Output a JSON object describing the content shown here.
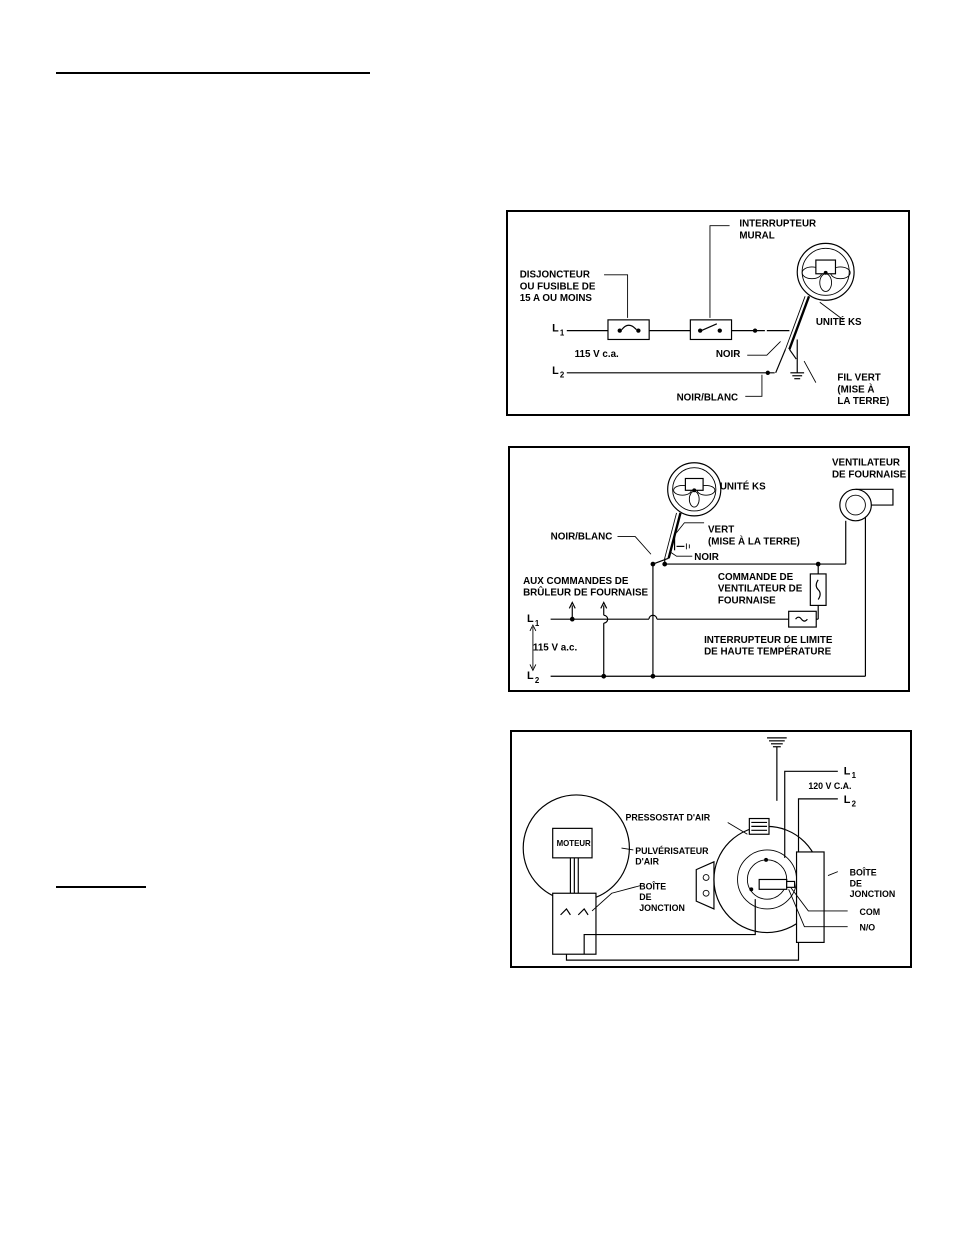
{
  "figure1": {
    "interrupteur_mural": [
      "INTERRUPTEUR",
      "MURAL"
    ],
    "disjoncteur": [
      "DISJONCTEUR",
      "OU FUSIBLE DE",
      "15 A OU MOINS"
    ],
    "l1": "L",
    "l1_sub": "1",
    "l2": "L",
    "l2_sub": "2",
    "voltage": "115 V c.a.",
    "noir": "NOIR",
    "unite_ks": "UNITÉ KS",
    "noir_blanc": "NOIR/BLANC",
    "fil_vert": [
      "FIL VERT",
      "(MISE À",
      "LA TERRE)"
    ]
  },
  "figure2": {
    "unite_ks": "UNITÉ KS",
    "ventilateur": [
      "VENTILATEUR",
      "DE FOURNAISE"
    ],
    "noir_blanc": "NOIR/BLANC",
    "vert": [
      "VERT",
      "(MISE À LA TERRE)"
    ],
    "noir": "NOIR",
    "commande": [
      "COMMANDE DE",
      "VENTILATEUR DE",
      "FOURNAISE"
    ],
    "aux_commandes": [
      "AUX COMMANDES DE",
      "BRÛLEUR DE FOURNAISE"
    ],
    "l1": "L",
    "l1_sub": "1",
    "l2": "L",
    "l2_sub": "2",
    "voltage": "115 V a.c.",
    "interrupteur_limite": [
      "INTERRUPTEUR DE LIMITE",
      "DE HAUTE TEMPÉRATURE"
    ]
  },
  "figure3": {
    "l1": "L",
    "l1_sub": "1",
    "voltage": "120 V C.A.",
    "l2": "L",
    "l2_sub": "2",
    "pressostat": "PRESSOSTAT D'AIR",
    "moteur": "MOTEUR",
    "pulverisateur": [
      "PULVÉRISATEUR",
      "D'AIR"
    ],
    "boite_left": [
      "BOÎTE",
      "DE",
      "JONCTION"
    ],
    "boite_right": [
      "BOÎTE",
      "DE",
      "JONCTION"
    ],
    "com": "COM",
    "no": "N/O"
  }
}
